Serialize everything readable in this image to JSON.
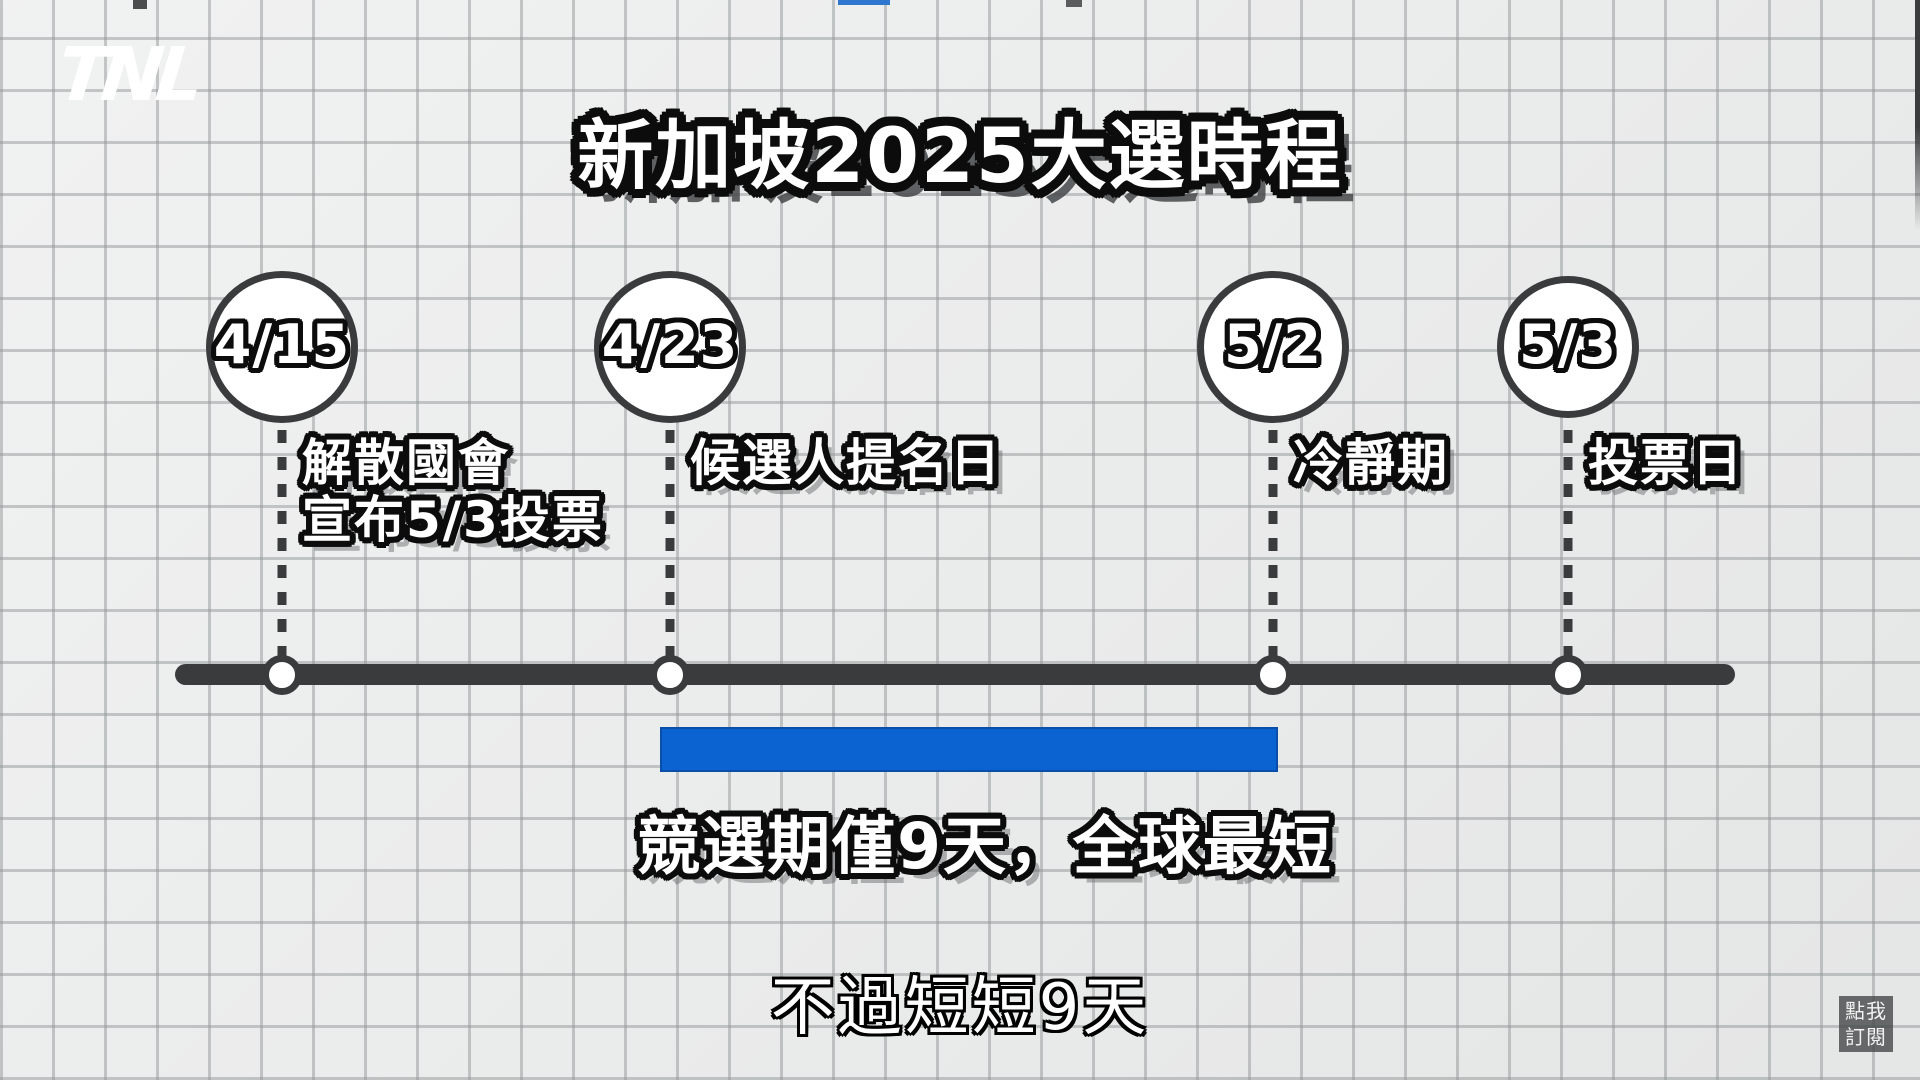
{
  "logo": {
    "text": "TNL"
  },
  "header": {
    "title": "新加坡2025大選時程"
  },
  "timeline": {
    "events": [
      {
        "date": "4/15",
        "label_lines": [
          "解散國會",
          "宣布5/3投票"
        ]
      },
      {
        "date": "4/23",
        "label_lines": [
          "候選人提名日"
        ]
      },
      {
        "date": "5/2",
        "label_lines": [
          "冷靜期"
        ]
      },
      {
        "date": "5/3",
        "label_lines": [
          "投票日"
        ]
      }
    ]
  },
  "campaign_period": {
    "caption": "競選期僅9天，全球最短",
    "bar_color": "#0b63d2",
    "spans_from": "4/23",
    "spans_to": "5/2"
  },
  "subtitle": "不過短短9天",
  "subscribe_badge": {
    "line1": "點我",
    "line2": "訂閱"
  },
  "colors": {
    "timeline_dark": "#3a3b3d",
    "background": "#eceded",
    "grid_line": "#c6c8c9",
    "accent_blue": "#0b63d2"
  }
}
